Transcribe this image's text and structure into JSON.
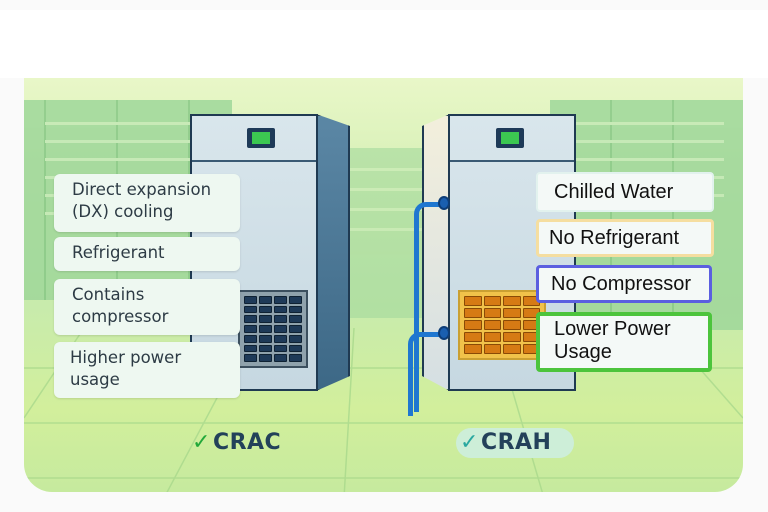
{
  "diagram": {
    "units": [
      {
        "id": "crac",
        "name": "CRAC",
        "check_icon": "checkmark-icon",
        "check_color": "#22a83a",
        "vent_color": "#1e3a58",
        "features": [
          "Direct expansion (DX) cooling",
          "Refrigerant",
          "Contains compressor",
          "Higher power usage"
        ],
        "feature_lines": [
          [
            "Direct expansion",
            "(DX) cooling"
          ],
          [
            "Refrigerant"
          ],
          [
            "Contains",
            "compressor"
          ],
          [
            "Higher power",
            "usage"
          ]
        ]
      },
      {
        "id": "crah",
        "name": "CRAH",
        "check_icon": "checkmark-icon",
        "check_color": "#2aa8a0",
        "vent_color": "#d67a14",
        "has_water_pipes": true,
        "features": [
          {
            "lines": [
              "Chilled Water"
            ],
            "border_color": "#e2f2ee"
          },
          {
            "lines": [
              "No Refrigerant"
            ],
            "border_color": "#f5dea0"
          },
          {
            "lines": [
              "No Compressor"
            ],
            "border_color": "#5b5fe0"
          },
          {
            "lines": [
              "Lower Power",
              "Usage"
            ],
            "border_color": "#4cc43c"
          }
        ]
      }
    ],
    "status_display_color": "#3cc851"
  }
}
